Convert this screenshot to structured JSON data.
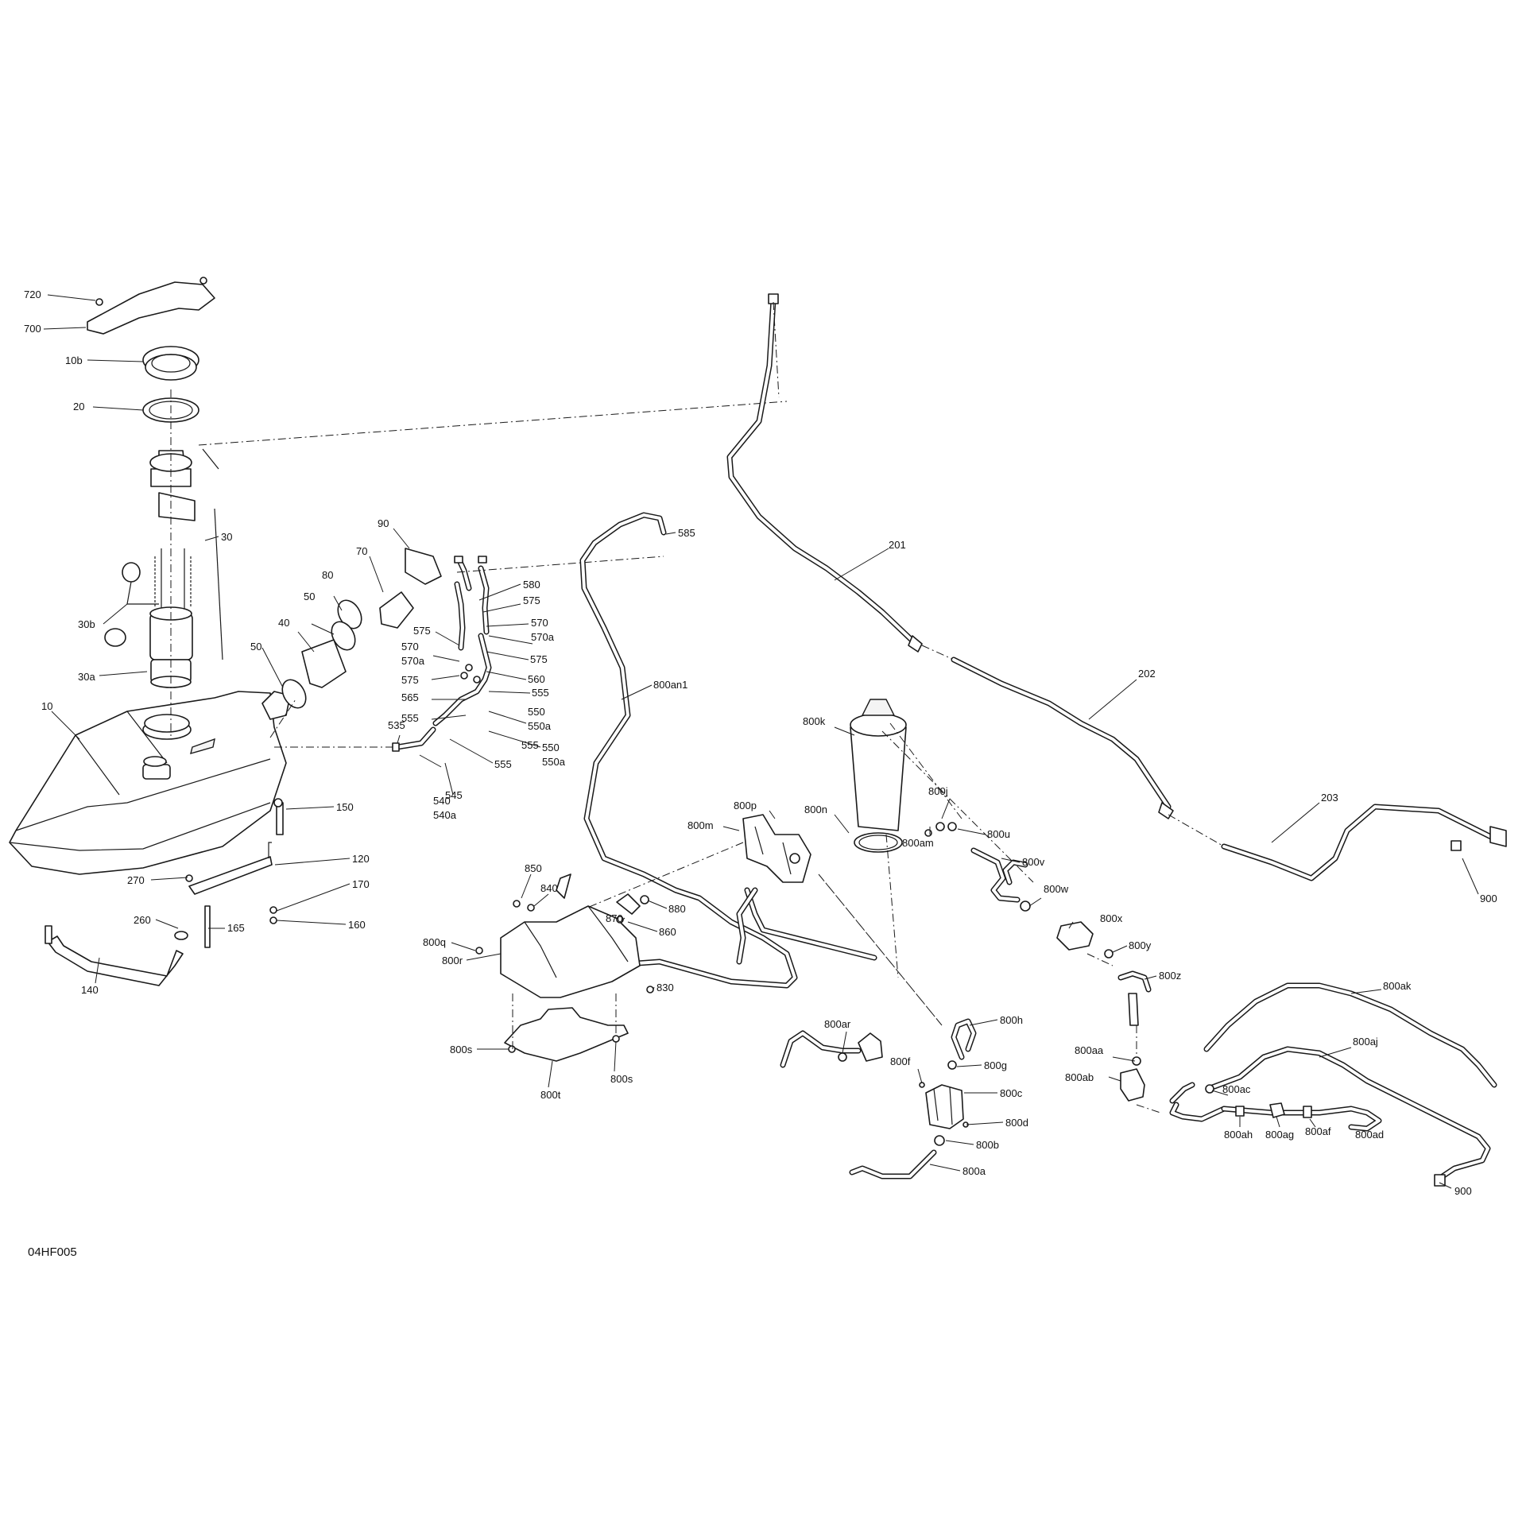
{
  "figure_code": "04HF005",
  "callouts": {
    "c720": "720",
    "c700": "700",
    "c10b": "10b",
    "c20": "20",
    "c30": "30",
    "c30b": "30b",
    "c30a": "30a",
    "c10": "10",
    "c90": "90",
    "c70": "70",
    "c80": "80",
    "c50a": "50",
    "c40": "40",
    "c50b": "50",
    "c150": "150",
    "c120": "120",
    "c270": "270",
    "c170": "170",
    "c260": "260",
    "c165": "165",
    "c160": "160",
    "c140": "140",
    "c585": "585",
    "c580": "580",
    "c575a": "575",
    "c570a": "570",
    "c570aa": "570a",
    "c575b": "575",
    "c570b": "570",
    "c570ab": "570a",
    "c575c": "575",
    "c560": "560",
    "c565": "565",
    "c555a": "555",
    "c575d": "575",
    "c550a": "550",
    "c550aa": "550a",
    "c555b": "555",
    "c555c": "555",
    "c535": "535",
    "c550b": "550",
    "c550ab": "550a",
    "c555d": "555",
    "c545": "545",
    "c540": "540",
    "c540a": "540a",
    "c800an1": "800an1",
    "c201": "201",
    "c202": "202",
    "c203": "203",
    "c900a": "900",
    "c800k": "800k",
    "c800j": "800j",
    "c800u": "800u",
    "c800n": "800n",
    "c800am": "800am",
    "c800m": "800m",
    "c800p": "800p",
    "c850": "850",
    "c840": "840",
    "c870": "870",
    "c880": "880",
    "c860": "860",
    "c800q": "800q",
    "c800r": "800r",
    "c830": "830",
    "c800s1": "800s",
    "c800s2": "800s",
    "c800t": "800t",
    "c800ar": "800ar",
    "c800v": "800v",
    "c800w": "800w",
    "c800x": "800x",
    "c800y": "800y",
    "c800z": "800z",
    "c800h": "800h",
    "c800f": "800f",
    "c800g": "800g",
    "c800c": "800c",
    "c800d": "800d",
    "c800b": "800b",
    "c800a": "800a",
    "c800aa": "800aa",
    "c800ab": "800ab",
    "c800ac": "800ac",
    "c800ak": "800ak",
    "c800aj": "800aj",
    "c800ah": "800ah",
    "c800ag": "800ag",
    "c800af": "800af",
    "c800ad": "800ad",
    "c900b": "900"
  }
}
